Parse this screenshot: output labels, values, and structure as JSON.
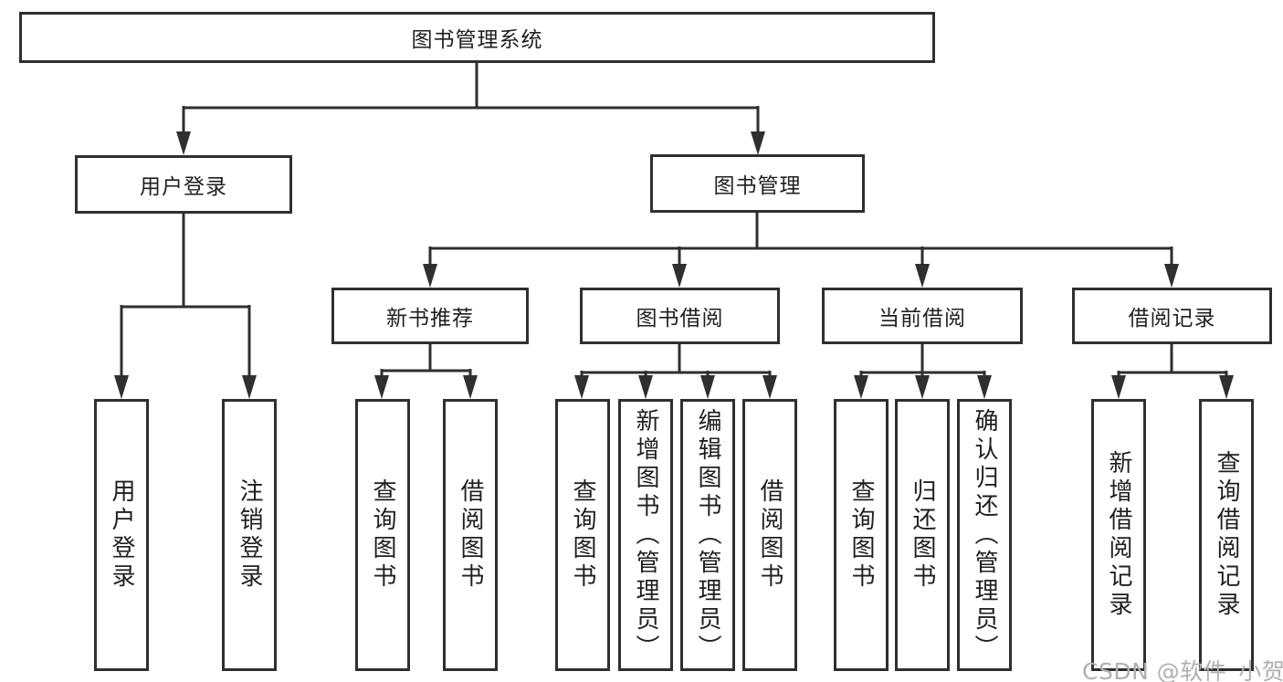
{
  "diagram": {
    "root": {
      "label": "图书管理系统"
    },
    "branches": [
      {
        "label": "用户登录",
        "children": [
          {
            "label": "用户登录"
          },
          {
            "label": "注销登录"
          }
        ]
      },
      {
        "label": "图书管理",
        "groups": [
          {
            "label": "新书推荐",
            "children": [
              {
                "label": "查询图书"
              },
              {
                "label": "借阅图书"
              }
            ]
          },
          {
            "label": "图书借阅",
            "children": [
              {
                "label": "查询图书"
              },
              {
                "label": "新增图书（管理员）"
              },
              {
                "label": "编辑图书（管理员）"
              },
              {
                "label": "借阅图书"
              }
            ]
          },
          {
            "label": "当前借阅",
            "children": [
              {
                "label": "查询图书"
              },
              {
                "label": "归还图书"
              },
              {
                "label": "确认归还（管理员）"
              }
            ]
          },
          {
            "label": "借阅记录",
            "children": [
              {
                "label": "新增借阅记录"
              },
              {
                "label": "查询借阅记录"
              }
            ]
          }
        ]
      }
    ]
  },
  "watermark": {
    "text": "CSDN @软件_小贺同学"
  },
  "colors": {
    "line": "#2f2f2f",
    "text": "#1f1f1f",
    "watermark": "#b0b0b0"
  }
}
